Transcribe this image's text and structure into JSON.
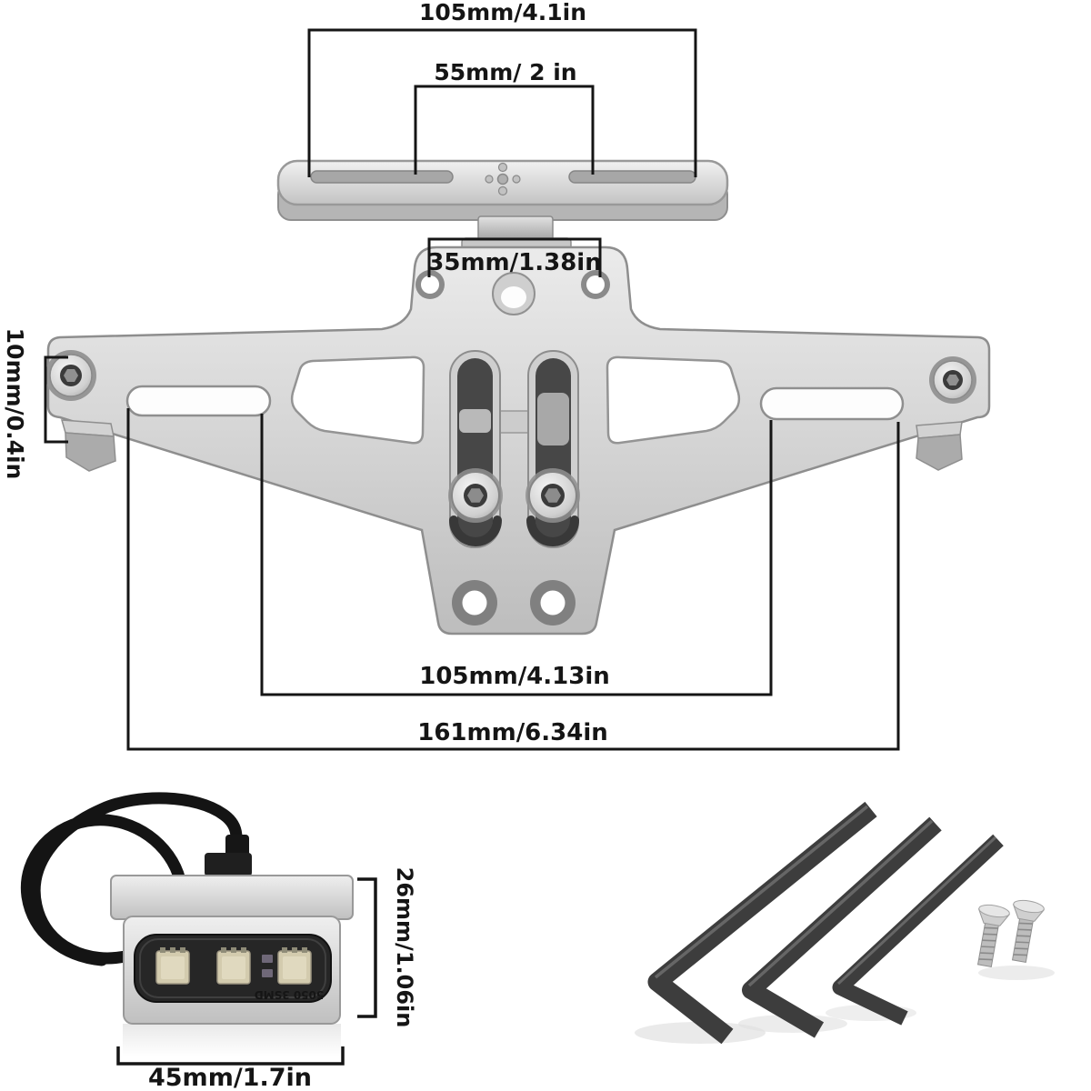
{
  "labels": {
    "top_width": "105mm/4.1in",
    "top_slot_width": "55mm/ 2 in",
    "mount_hole_spacing": "35mm/1.38in",
    "left_height": "10mm/0.4in",
    "bottom_inner_width": "105mm/4.13in",
    "bottom_outer_width": "161mm/6.34in",
    "light_height": "26mm/1.06in",
    "light_width": "45mm/1.7in",
    "led_chip_label": "5050 3SMD"
  },
  "colors": {
    "background": "#ffffff",
    "dimension_lines": "#151515",
    "metal_light": "#ececec",
    "metal_mid": "#c9c9c9",
    "metal_dark": "#8f8f8f",
    "tool_dark": "#3d3d3d",
    "cable_black": "#141414",
    "led_window": "#262626",
    "led_chip": "#d3cbae"
  }
}
